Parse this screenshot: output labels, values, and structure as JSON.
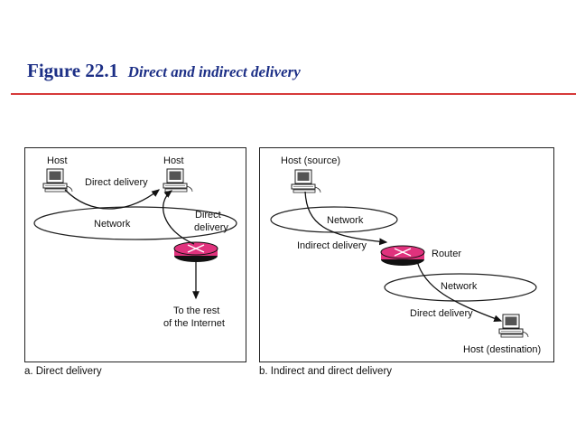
{
  "header": {
    "figure_number": "Figure 22.1",
    "figure_title": "Direct and indirect delivery"
  },
  "colors": {
    "title": "#1c2f86",
    "rule": "#d63a3a",
    "router": "#e0327d",
    "arrow": "#111111"
  },
  "panel_a": {
    "caption": "a. Direct delivery",
    "host_left": "Host",
    "host_right": "Host",
    "network": "Network",
    "direct_delivery": "Direct delivery",
    "direct_delivery_router_line1": "Direct",
    "direct_delivery_router_line2": "delivery",
    "rest_line1": "To the rest",
    "rest_line2": "of the Internet"
  },
  "panel_b": {
    "caption": "b. Indirect and direct delivery",
    "host_source": "Host (source)",
    "network_top": "Network",
    "indirect_delivery": "Indirect delivery",
    "router": "Router",
    "network_bottom": "Network",
    "direct_delivery": "Direct delivery",
    "host_destination": "Host (destination)"
  }
}
